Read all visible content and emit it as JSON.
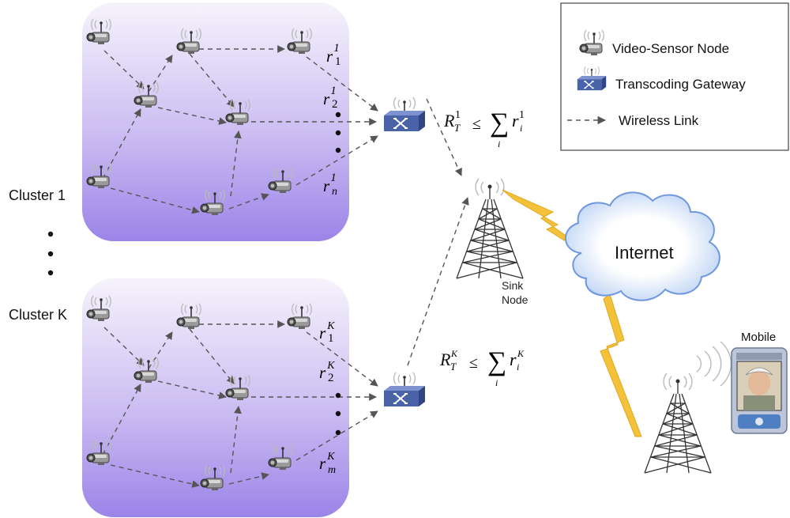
{
  "legend": {
    "items": [
      {
        "icon": "video-camera-icon",
        "label": "Video-Sensor Node"
      },
      {
        "icon": "router-icon",
        "label": "Transcoding Gateway"
      },
      {
        "icon": "dashed-arrow-icon",
        "label": "Wireless Link"
      }
    ]
  },
  "clusters": [
    {
      "label": "Cluster 1",
      "superscript": "1",
      "rate_labels": [
        {
          "base": "r",
          "sub": "1",
          "sup": "1"
        },
        {
          "base": "r",
          "sub": "2",
          "sup": "1"
        },
        {
          "base": "r",
          "sub": "n",
          "sup": "1"
        }
      ],
      "equation": {
        "lhs_base": "R",
        "lhs_sub": "T",
        "lhs_sup": "1",
        "op": "≤",
        "sum": "∑",
        "sum_sub": "i",
        "rhs_base": "r",
        "rhs_sub": "i",
        "rhs_sup": "1"
      }
    },
    {
      "label": "Cluster K",
      "superscript": "K",
      "rate_labels": [
        {
          "base": "r",
          "sub": "1",
          "sup": "K"
        },
        {
          "base": "r",
          "sub": "2",
          "sup": "K"
        },
        {
          "base": "r",
          "sub": "m",
          "sup": "K"
        }
      ],
      "equation": {
        "lhs_base": "R",
        "lhs_sub": "T",
        "lhs_sup": "K",
        "op": "≤",
        "sum": "∑",
        "sum_sub": "i",
        "rhs_base": "r",
        "rhs_sub": "i",
        "rhs_sup": "K"
      }
    }
  ],
  "sink": {
    "line1": "Sink",
    "line2": "Node"
  },
  "internet": {
    "label": "Internet"
  },
  "mobile": {
    "label": "Mobile"
  },
  "colors": {
    "cluster_top": "#f4f0fb",
    "cluster_bottom": "#9a82e6",
    "gateway": "#4a63a8",
    "lightning": "#f3c13a",
    "cloud_outer": "#7fa6e6",
    "cloud_inner": "#ffffff",
    "link": "#555555"
  }
}
